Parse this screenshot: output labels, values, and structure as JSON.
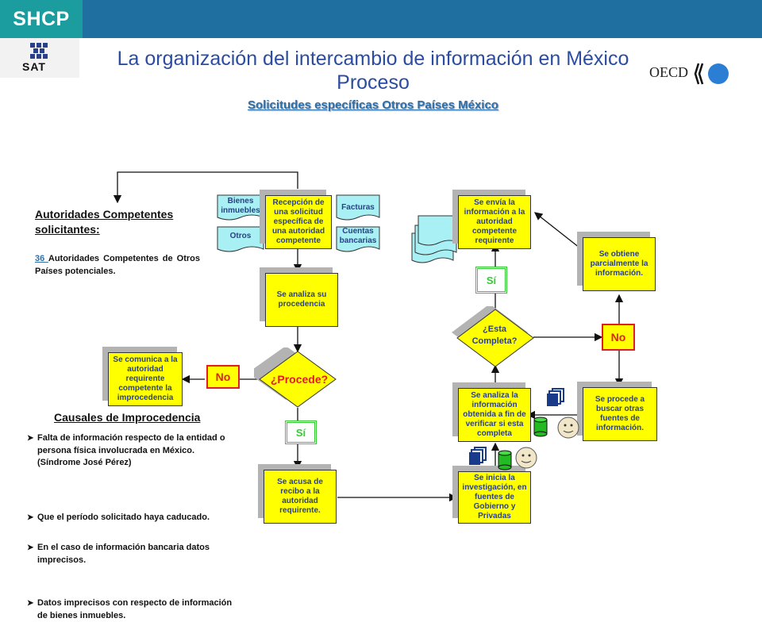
{
  "header": {
    "logo_shcp": "SHCP",
    "logo_sat": "SAT",
    "logo_oecd": "OECD",
    "title_line1": "La organización del intercambio de información en México",
    "title_line2": "Proceso",
    "subtitle": "Solicitudes específicas Otros Países México"
  },
  "left_panel": {
    "heading": "Autoridades Competentes solicitantes:",
    "count": "36 ",
    "description": "Autoridades Competentes de Otros Países potenciales."
  },
  "causales": {
    "heading": "Causales de Improcedencia",
    "items": [
      "Falta de información respecto de la entidad o persona física involucrada en México. (Síndrome José Pérez)",
      "Que el período solicitado haya caducado.",
      "En el caso de información bancaria datos imprecisos.",
      "Datos imprecisos con respecto de información de bienes inmuebles."
    ]
  },
  "flow": {
    "recepcion": "Recepción de una solicitud específica de una autoridad competente",
    "bienes": "Bienes inmuebles",
    "otros": "Otros",
    "facturas": "Facturas",
    "cuentas": "Cuentas bancarias",
    "analiza": "Se analiza su procedencia",
    "procede": "¿Procede?",
    "no_left": "No",
    "comunica": "Se comunica a la autoridad requirente competente la improcedencia",
    "si_down": "Sí",
    "acusa": "Se acusa de recibo a la autoridad requirente.",
    "inicia": "Se inicia la investigación, en fuentes de Gobierno y Privadas",
    "analiza_info": "Se analiza la información obtenida a fin de verificar si esta completa",
    "completa": "¿Esta Completa?",
    "si_up": "Sí",
    "envia": "Se envía la información a la autoridad competente requirente",
    "no_right": "No",
    "procede_otras": "Se procede a buscar otras fuentes de información.",
    "parcial": "Se obtiene parcialmente la información."
  },
  "colors": {
    "box_fill": "#ffff00",
    "doc_fill": "#a8f0f4",
    "no_border": "#e02020",
    "si_color": "#33cc33",
    "title_color": "#2b4ca0",
    "topbar": "#1f6fa1",
    "shcp_box": "#1b9c9e"
  },
  "icons": [
    "people-face-icon",
    "database-cylinder-icon",
    "document-stack-icon"
  ]
}
